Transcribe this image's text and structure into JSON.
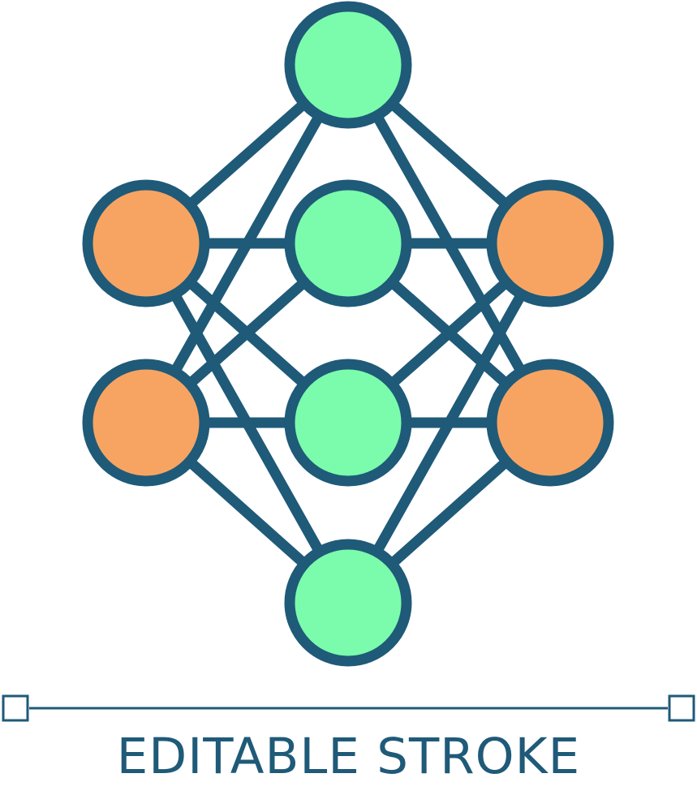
{
  "caption": "EDITABLE STROKE",
  "colors": {
    "stroke": "#1f5a78",
    "node_green": "#7afcac",
    "node_orange": "#f7a462",
    "background": "#ffffff"
  },
  "diagram": {
    "kind": "neural-network-icon",
    "nodes": [
      {
        "id": "top",
        "color": "node_green"
      },
      {
        "id": "left-upper",
        "color": "node_orange"
      },
      {
        "id": "center-upper",
        "color": "node_green"
      },
      {
        "id": "right-upper",
        "color": "node_orange"
      },
      {
        "id": "left-lower",
        "color": "node_orange"
      },
      {
        "id": "center-lower",
        "color": "node_green"
      },
      {
        "id": "right-lower",
        "color": "node_orange"
      },
      {
        "id": "bottom",
        "color": "node_green"
      }
    ],
    "edges": [
      [
        "top",
        "left-upper"
      ],
      [
        "top",
        "right-upper"
      ],
      [
        "top",
        "left-lower"
      ],
      [
        "top",
        "right-lower"
      ],
      [
        "left-upper",
        "center-upper"
      ],
      [
        "center-upper",
        "right-upper"
      ],
      [
        "left-lower",
        "center-lower"
      ],
      [
        "center-lower",
        "right-lower"
      ],
      [
        "left-upper",
        "center-lower"
      ],
      [
        "left-lower",
        "center-upper"
      ],
      [
        "right-upper",
        "center-lower"
      ],
      [
        "right-lower",
        "center-upper"
      ],
      [
        "left-upper",
        "bottom"
      ],
      [
        "right-upper",
        "bottom"
      ],
      [
        "left-lower",
        "bottom"
      ],
      [
        "right-lower",
        "bottom"
      ]
    ]
  }
}
